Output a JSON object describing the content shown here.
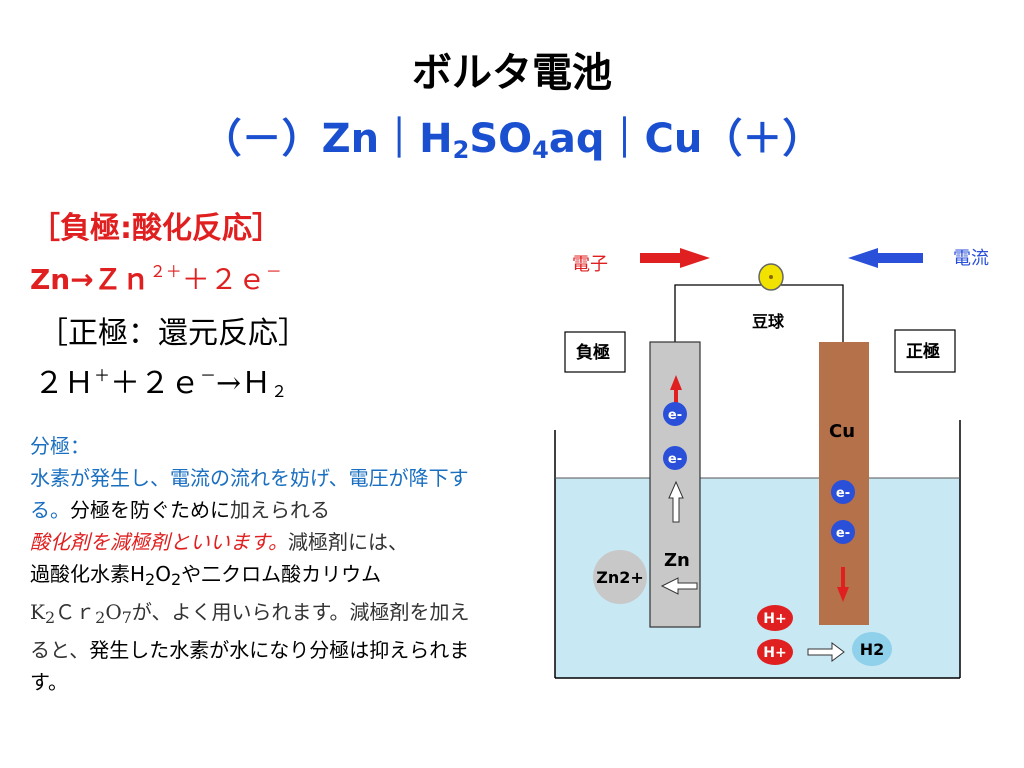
{
  "title": "ボルタ電池",
  "subtitle": {
    "prefix": "（－）Zn｜H",
    "sub1": "2",
    "mid": "SO",
    "sub2": "4",
    "suffix": "aq｜Cu（＋）"
  },
  "negative": {
    "heading": "［負極:酸化反応］",
    "eq_main": "Zn→Ｚｎ",
    "eq_sup": "２＋",
    "eq_rest": "＋２ｅ",
    "eq_sup2": "－"
  },
  "positive": {
    "heading": "［正極：還元反応］",
    "eq_a": "２Ｈ",
    "eq_sup1": "＋",
    "eq_b": "＋２ｅ",
    "eq_sup2": "－",
    "eq_c": "→Ｈ",
    "eq_sub": "２"
  },
  "explanation": {
    "p1": "分極：",
    "p2": "水素が発生し、電流の流れを妨げ、電圧が降下する。",
    "p3": "分極を防ぐために",
    "p4": "加えられる",
    "p5": "酸化剤を減極剤",
    "p6": "といいます。",
    "p7": "減極剤には、",
    "p8": "過酸化水素H",
    "p8s1": "2",
    "p8b": "O",
    "p8s2": "2",
    "p9": "や二クロム酸カリウム",
    "p10": "K",
    "p10s1": "2",
    "p10b": "Ｃｒ",
    "p10s2": "2",
    "p10c": "O",
    "p10s3": "7",
    "p11": "が、よく用いられます。減極剤を加えると、",
    "p12": "発生した水素が水になり分極は抑えられます。"
  },
  "diagram": {
    "electron_label": "電子",
    "current_label": "電流",
    "bulb_label": "豆球",
    "neg_label": "負極",
    "pos_label": "正極",
    "zn_label": "Zn",
    "cu_label": "Cu",
    "electron": "e-",
    "zn_ion": "Zn2+",
    "h_ion": "H+",
    "h2": "H2",
    "colors": {
      "electron_arrow": "#e02020",
      "current_arrow": "#2a4fd8",
      "zn_electrode": "#c8c8c8",
      "cu_electrode": "#b5714a",
      "solution": "#c8e8f4",
      "electron_circle": "#2a4fd8",
      "h_ion_circle": "#e02020",
      "h2_circle": "#8fd0ea"
    }
  }
}
